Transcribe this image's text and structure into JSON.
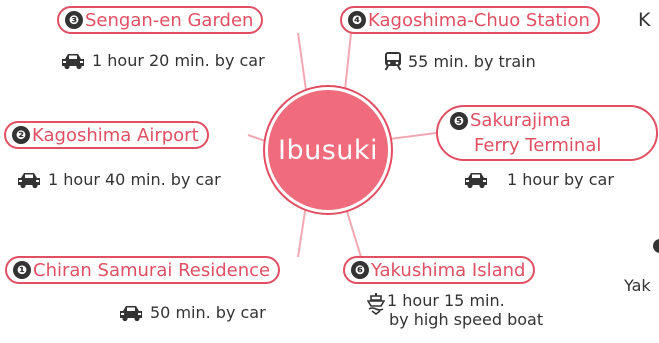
{
  "center": {
    "label": "Ibusuki"
  },
  "destinations": [
    {
      "number": "❸",
      "name": "Sengan-en Garden",
      "mode": "car",
      "travel": "1 hour 20 min. by car"
    },
    {
      "number": "❹",
      "name": "Kagoshima-Chuo Station",
      "mode": "train",
      "travel": "55 min. by train"
    },
    {
      "number": "❷",
      "name": "Kagoshima Airport",
      "mode": "car",
      "travel": "1 hour 40 min. by car"
    },
    {
      "number": "❺",
      "name_line1": "Sakurajima",
      "name_line2": "Ferry Terminal",
      "mode": "car",
      "travel": "1 hour by car"
    },
    {
      "number": "❶",
      "name": "Chiran Samurai Residence",
      "mode": "car",
      "travel": "50 min. by car"
    },
    {
      "number": "❻",
      "name": "Yakushima Island",
      "mode": "boat",
      "travel_line1": "1 hour 15 min.",
      "travel_line2": "by high speed boat"
    }
  ],
  "clipped_text": {
    "top_right": "K",
    "bottom_right": "Yak"
  },
  "colors": {
    "hub_fill": "#f06b7c",
    "accent": "#e14f63",
    "text": "#333333",
    "lines": "#f2a8b3"
  },
  "icons": {
    "car": "car-icon",
    "train": "train-icon",
    "boat": "boat-icon"
  }
}
